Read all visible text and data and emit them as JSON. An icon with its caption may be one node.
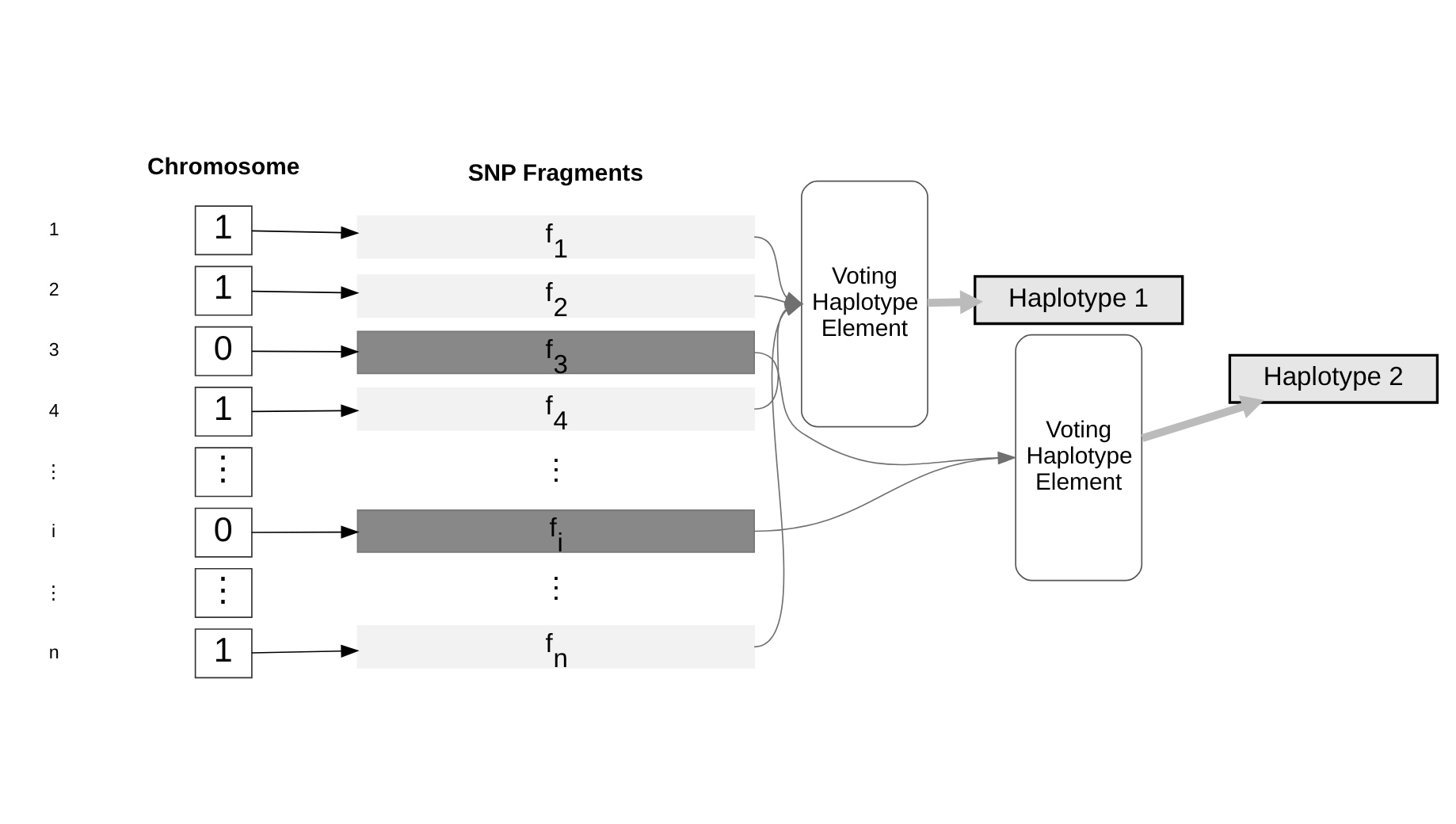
{
  "diagram": {
    "nodes": [
      {
        "text": [
          "1"
        ]
      },
      {
        "text": [
          "1"
        ]
      },
      {
        "text": [
          "0"
        ]
      },
      {
        "text": [
          "1"
        ]
      },
      {
        "text": [
          "⋮"
        ]
      },
      {
        "text": [
          "0"
        ]
      },
      {
        "text": [
          "⋮"
        ]
      },
      {
        "text": [
          "1"
        ]
      },
      {
        "text": [
          "f$_{1}$"
        ]
      },
      {
        "text": [
          "f$_{2}$"
        ]
      },
      {
        "text": [
          "f$_{3}$"
        ]
      },
      {
        "text": [
          "f$_{4}$"
        ]
      },
      {
        "text": [
          "f$_{i}$"
        ]
      },
      {
        "text": [
          "f$_{n}$"
        ]
      },
      {
        "text": [
          "Voting Haplotype Element"
        ]
      },
      {
        "text": [
          "Voting Haplotype Element"
        ]
      },
      {
        "text": [
          "Haplotype 1"
        ]
      },
      {
        "text": [
          "Haplotype 2"
        ]
      }
    ],
    "edges": [
      {
        "from": 0,
        "to": 8,
        "arrow": "to"
      },
      {
        "from": 1,
        "to": 9,
        "arrow": "to"
      },
      {
        "from": 2,
        "to": 10,
        "arrow": "to"
      },
      {
        "from": 3,
        "to": 11,
        "arrow": "to"
      },
      {
        "from": 5,
        "to": 12,
        "arrow": "to"
      },
      {
        "from": 7,
        "to": 13,
        "arrow": "to"
      },
      {
        "from": 8,
        "to": 14,
        "arrow": "to",
        "color": "#707070"
      },
      {
        "from": 9,
        "to": 14,
        "arrow": "to",
        "color": "#707070"
      },
      {
        "from": 11,
        "to": 14,
        "arrow": "to",
        "color": "#707070"
      },
      {
        "from": 13,
        "to": 14,
        "arrow": "to",
        "color": "#707070"
      },
      {
        "from": 10,
        "to": 15,
        "arrow": "to",
        "color": "#707070"
      },
      {
        "from": 12,
        "to": 15,
        "arrow": "to",
        "color": "#707070"
      },
      {
        "from": 14,
        "to": 16,
        "arrow": "to",
        "style": "thick",
        "color": "#bbbbbb"
      },
      {
        "from": 15,
        "to": 17,
        "arrow": "to",
        "style": "thick",
        "color": "#bbbbbb"
      }
    ],
    "labels": [
      "Chromosome",
      "SNP Fragments",
      "1",
      "2",
      "3",
      "4",
      "⋮",
      "i",
      "⋮",
      "n",
      "⋮",
      "⋮"
    ]
  }
}
